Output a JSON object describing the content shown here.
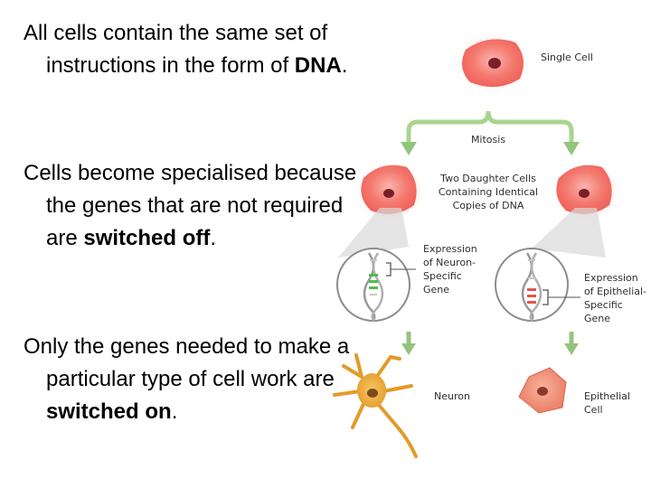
{
  "text": {
    "p1_part1": "All cells contain the same set of instructions in the form of ",
    "p1_bold": "DNA",
    "p1_end": ".",
    "p2_part1": "Cells become specialised because the genes that are not required are ",
    "p2_bold": "switched off",
    "p2_end": ".",
    "p3_part1": "Only the genes needed to make a particular type of cell work are ",
    "p3_bold": "switched on",
    "p3_end": "."
  },
  "diagram": {
    "single_cell": "Single Cell",
    "mitosis": "Mitosis",
    "daughter_line1": "Two Daughter Cells",
    "daughter_line2": "Containing Identical",
    "daughter_line3": "Copies of DNA",
    "neuron_expr_1": "Expression",
    "neuron_expr_2": "of Neuron-",
    "neuron_expr_3": "Specific",
    "neuron_expr_4": "Gene",
    "epi_expr_1": "Expression",
    "epi_expr_2": "of Epithelial-",
    "epi_expr_3": "Specific",
    "epi_expr_4": "Gene",
    "neuron": "Neuron",
    "epithelial_1": "Epithelial",
    "epithelial_2": "Cell"
  },
  "colors": {
    "cell_pink": "#f07068",
    "arrow_green": "#93c47d",
    "neuron_orange": "#e8a030",
    "epithelial_salmon": "#ee8870",
    "nucleus": "#7a1e2a"
  }
}
